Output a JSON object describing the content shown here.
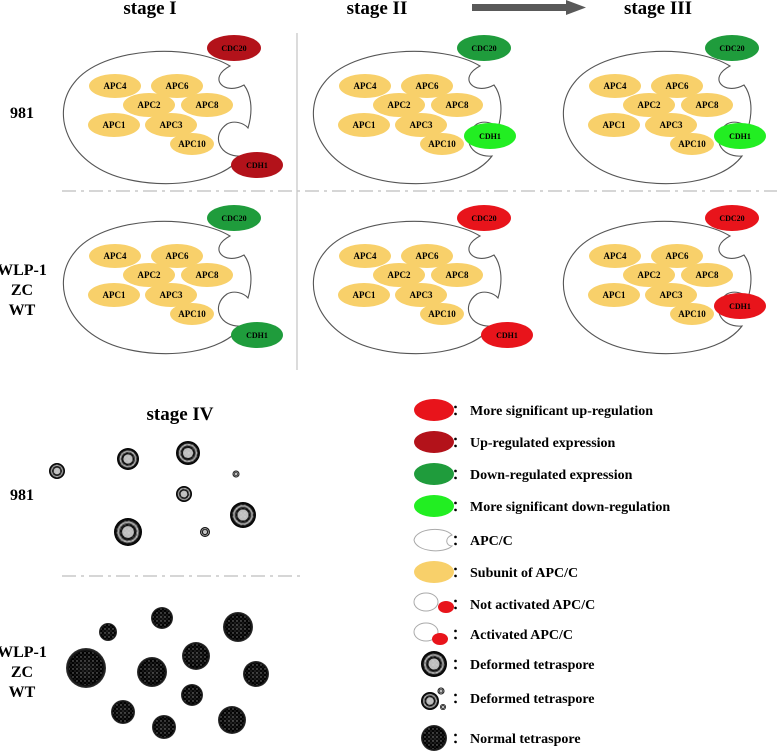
{
  "stage_labels": [
    "stage I",
    "stage II",
    "stage III",
    "stage IV"
  ],
  "row_labels": {
    "top": "981",
    "bottom": [
      "WLP-1",
      "ZC",
      "WT"
    ]
  },
  "subunits": [
    "APC4",
    "APC6",
    "APC2",
    "APC8",
    "APC1",
    "APC3",
    "APC10"
  ],
  "coactivators": {
    "cdc20": "CDC20",
    "cdh1": "CDH1"
  },
  "colors": {
    "more_up": "#e8141b",
    "up": "#b3121a",
    "down": "#1f9c3c",
    "more_down": "#22ee22",
    "subunit": "#f8d06a",
    "outline": "#555555"
  },
  "panels": [
    {
      "stage": "stage I",
      "genotype": "981",
      "cdc20": "up",
      "cdh1": "up",
      "cdh1_bound": false
    },
    {
      "stage": "stage II",
      "genotype": "981",
      "cdc20": "down",
      "cdh1": "more_down",
      "cdh1_bound": true
    },
    {
      "stage": "stage III",
      "genotype": "981",
      "cdc20": "down",
      "cdh1": "more_down",
      "cdh1_bound": true
    },
    {
      "stage": "stage I",
      "genotype": "WLP-1 ZC WT",
      "cdc20": "down",
      "cdh1": "down",
      "cdh1_bound": false
    },
    {
      "stage": "stage II",
      "genotype": "WLP-1 ZC WT",
      "cdc20": "more_up",
      "cdh1": "more_up",
      "cdh1_bound": false
    },
    {
      "stage": "stage III",
      "genotype": "WLP-1 ZC WT",
      "cdc20": "more_up",
      "cdh1": "more_up",
      "cdh1_bound": true
    }
  ],
  "legend": [
    {
      "icon": "red-oval-icon",
      "text": "More significant up-regulation"
    },
    {
      "icon": "dark-red-oval-icon",
      "text": "Up-regulated expression"
    },
    {
      "icon": "green-oval-icon",
      "text": "Down-regulated expression"
    },
    {
      "icon": "bright-green-oval-icon",
      "text": "More significant down-regulation"
    },
    {
      "icon": "apc-outline-icon",
      "text": "APC/C"
    },
    {
      "icon": "yellow-oval-icon",
      "text": "Subunit of APC/C"
    },
    {
      "icon": "not-activated-icon",
      "text": "Not activated APC/C"
    },
    {
      "icon": "activated-icon",
      "text": "Activated APC/C"
    },
    {
      "icon": "deformed-spore-icon",
      "text": "Deformed tetraspore"
    },
    {
      "icon": "deformed-small-spores-icon",
      "text": "Deformed tetraspore"
    },
    {
      "icon": "normal-spore-icon",
      "text": "Normal tetraspore"
    }
  ],
  "legend_separator": "："
}
